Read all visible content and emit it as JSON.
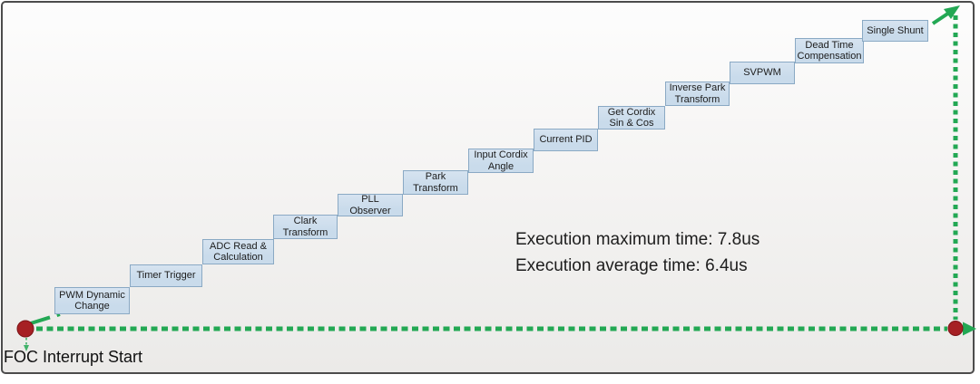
{
  "diagram": {
    "start_label": "FOC Interrupt Start",
    "execution_max": "Execution maximum time: 7.8us",
    "execution_avg": "Execution average time: 6.4us",
    "steps": [
      {
        "label": "PWM Dynamic Change"
      },
      {
        "label": "Timer Trigger"
      },
      {
        "label": "ADC Read & Calculation"
      },
      {
        "label": "Clark Transform"
      },
      {
        "label": "PLL Observer"
      },
      {
        "label": "Park Transform"
      },
      {
        "label": "Input Cordix Angle"
      },
      {
        "label": "Current PID"
      },
      {
        "label": "Get Cordix Sin & Cos"
      },
      {
        "label": "Inverse Park Transform"
      },
      {
        "label": "SVPWM"
      },
      {
        "label": "Dead Time Compensation"
      },
      {
        "label": "Single Shunt"
      }
    ],
    "colors": {
      "timeline_green": "#23a854",
      "marker_red": "#a62024",
      "box_fill": "#c9dbeb",
      "box_border": "#8aa9c4"
    }
  }
}
